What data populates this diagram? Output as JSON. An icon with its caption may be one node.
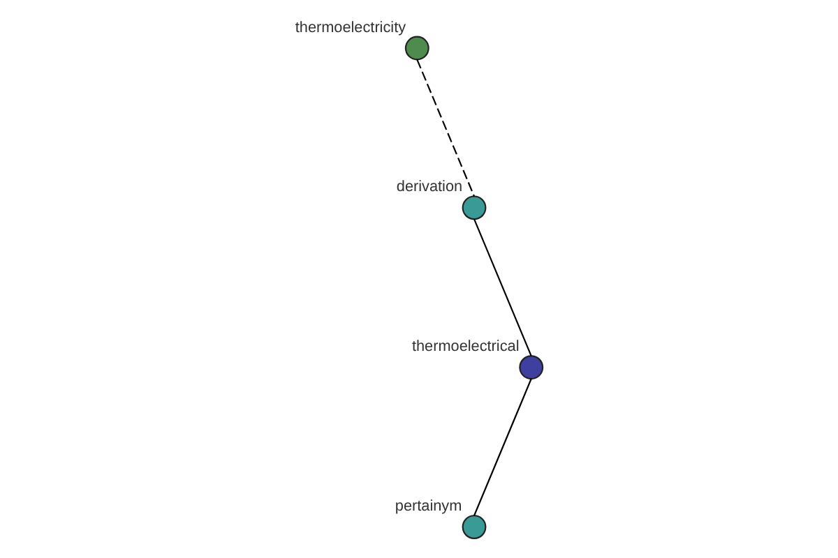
{
  "diagram": {
    "nodes": [
      {
        "text": [
          "thermoelectricity"
        ]
      },
      {
        "text": [
          "derivation"
        ]
      },
      {
        "text": [
          "thermoelectrical"
        ]
      },
      {
        "text": [
          "pertainym"
        ]
      }
    ],
    "edges": [
      {
        "from": 0,
        "to": 1,
        "arrow": "none",
        "style": "dashed"
      },
      {
        "from": 1,
        "to": 2,
        "arrow": "none"
      },
      {
        "from": 2,
        "to": 3,
        "arrow": "none"
      }
    ]
  }
}
